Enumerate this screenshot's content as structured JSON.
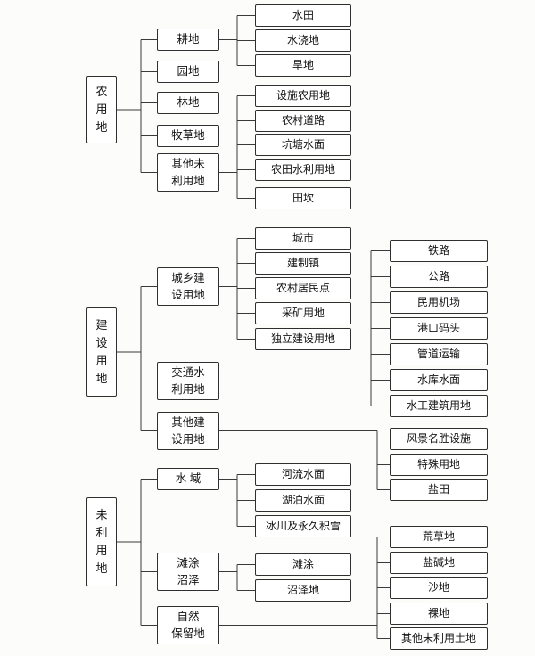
{
  "diagram": {
    "roots": [
      {
        "label": "农\n用\n地",
        "children": [
          {
            "label": "耕地",
            "children": [
              {
                "label": "水田"
              },
              {
                "label": "水浇地"
              },
              {
                "label": "旱地"
              }
            ]
          },
          {
            "label": "园地"
          },
          {
            "label": "林地"
          },
          {
            "label": "牧草地"
          },
          {
            "label": "其他未\n利用地",
            "children": [
              {
                "label": "设施农用地"
              },
              {
                "label": "农村道路"
              },
              {
                "label": "坑塘水面"
              },
              {
                "label": "农田水利用地"
              },
              {
                "label": "田坎"
              }
            ]
          }
        ]
      },
      {
        "label": "建\n设\n用\n地",
        "children": [
          {
            "label": "城乡建\n设用地",
            "children": [
              {
                "label": "城市"
              },
              {
                "label": "建制镇"
              },
              {
                "label": "农村居民点"
              },
              {
                "label": "采矿用地"
              },
              {
                "label": "独立建设用地"
              }
            ]
          },
          {
            "label": "交通水\n利用地",
            "children": [
              {
                "label": "铁路"
              },
              {
                "label": "公路"
              },
              {
                "label": "民用机场"
              },
              {
                "label": "港口码头"
              },
              {
                "label": "管道运输"
              },
              {
                "label": "水库水面"
              },
              {
                "label": "水工建筑用地"
              }
            ]
          },
          {
            "label": "其他建\n设用地",
            "children": [
              {
                "label": "风景名胜设施"
              },
              {
                "label": "特殊用地"
              },
              {
                "label": "盐田"
              }
            ]
          }
        ]
      },
      {
        "label": "未\n利\n用\n地",
        "children": [
          {
            "label": "水 域",
            "children": [
              {
                "label": "河流水面"
              },
              {
                "label": "湖泊水面"
              },
              {
                "label": "冰川及永久积雪"
              }
            ]
          },
          {
            "label": "滩涂\n沼泽",
            "children": [
              {
                "label": "滩涂"
              },
              {
                "label": "沼泽地"
              }
            ]
          },
          {
            "label": "自然\n保留地",
            "children": [
              {
                "label": "荒草地"
              },
              {
                "label": "盐碱地"
              },
              {
                "label": "沙地"
              },
              {
                "label": "裸地"
              },
              {
                "label": "其他未利用土地"
              }
            ]
          }
        ]
      }
    ],
    "line_color": "#3a3a3a"
  }
}
